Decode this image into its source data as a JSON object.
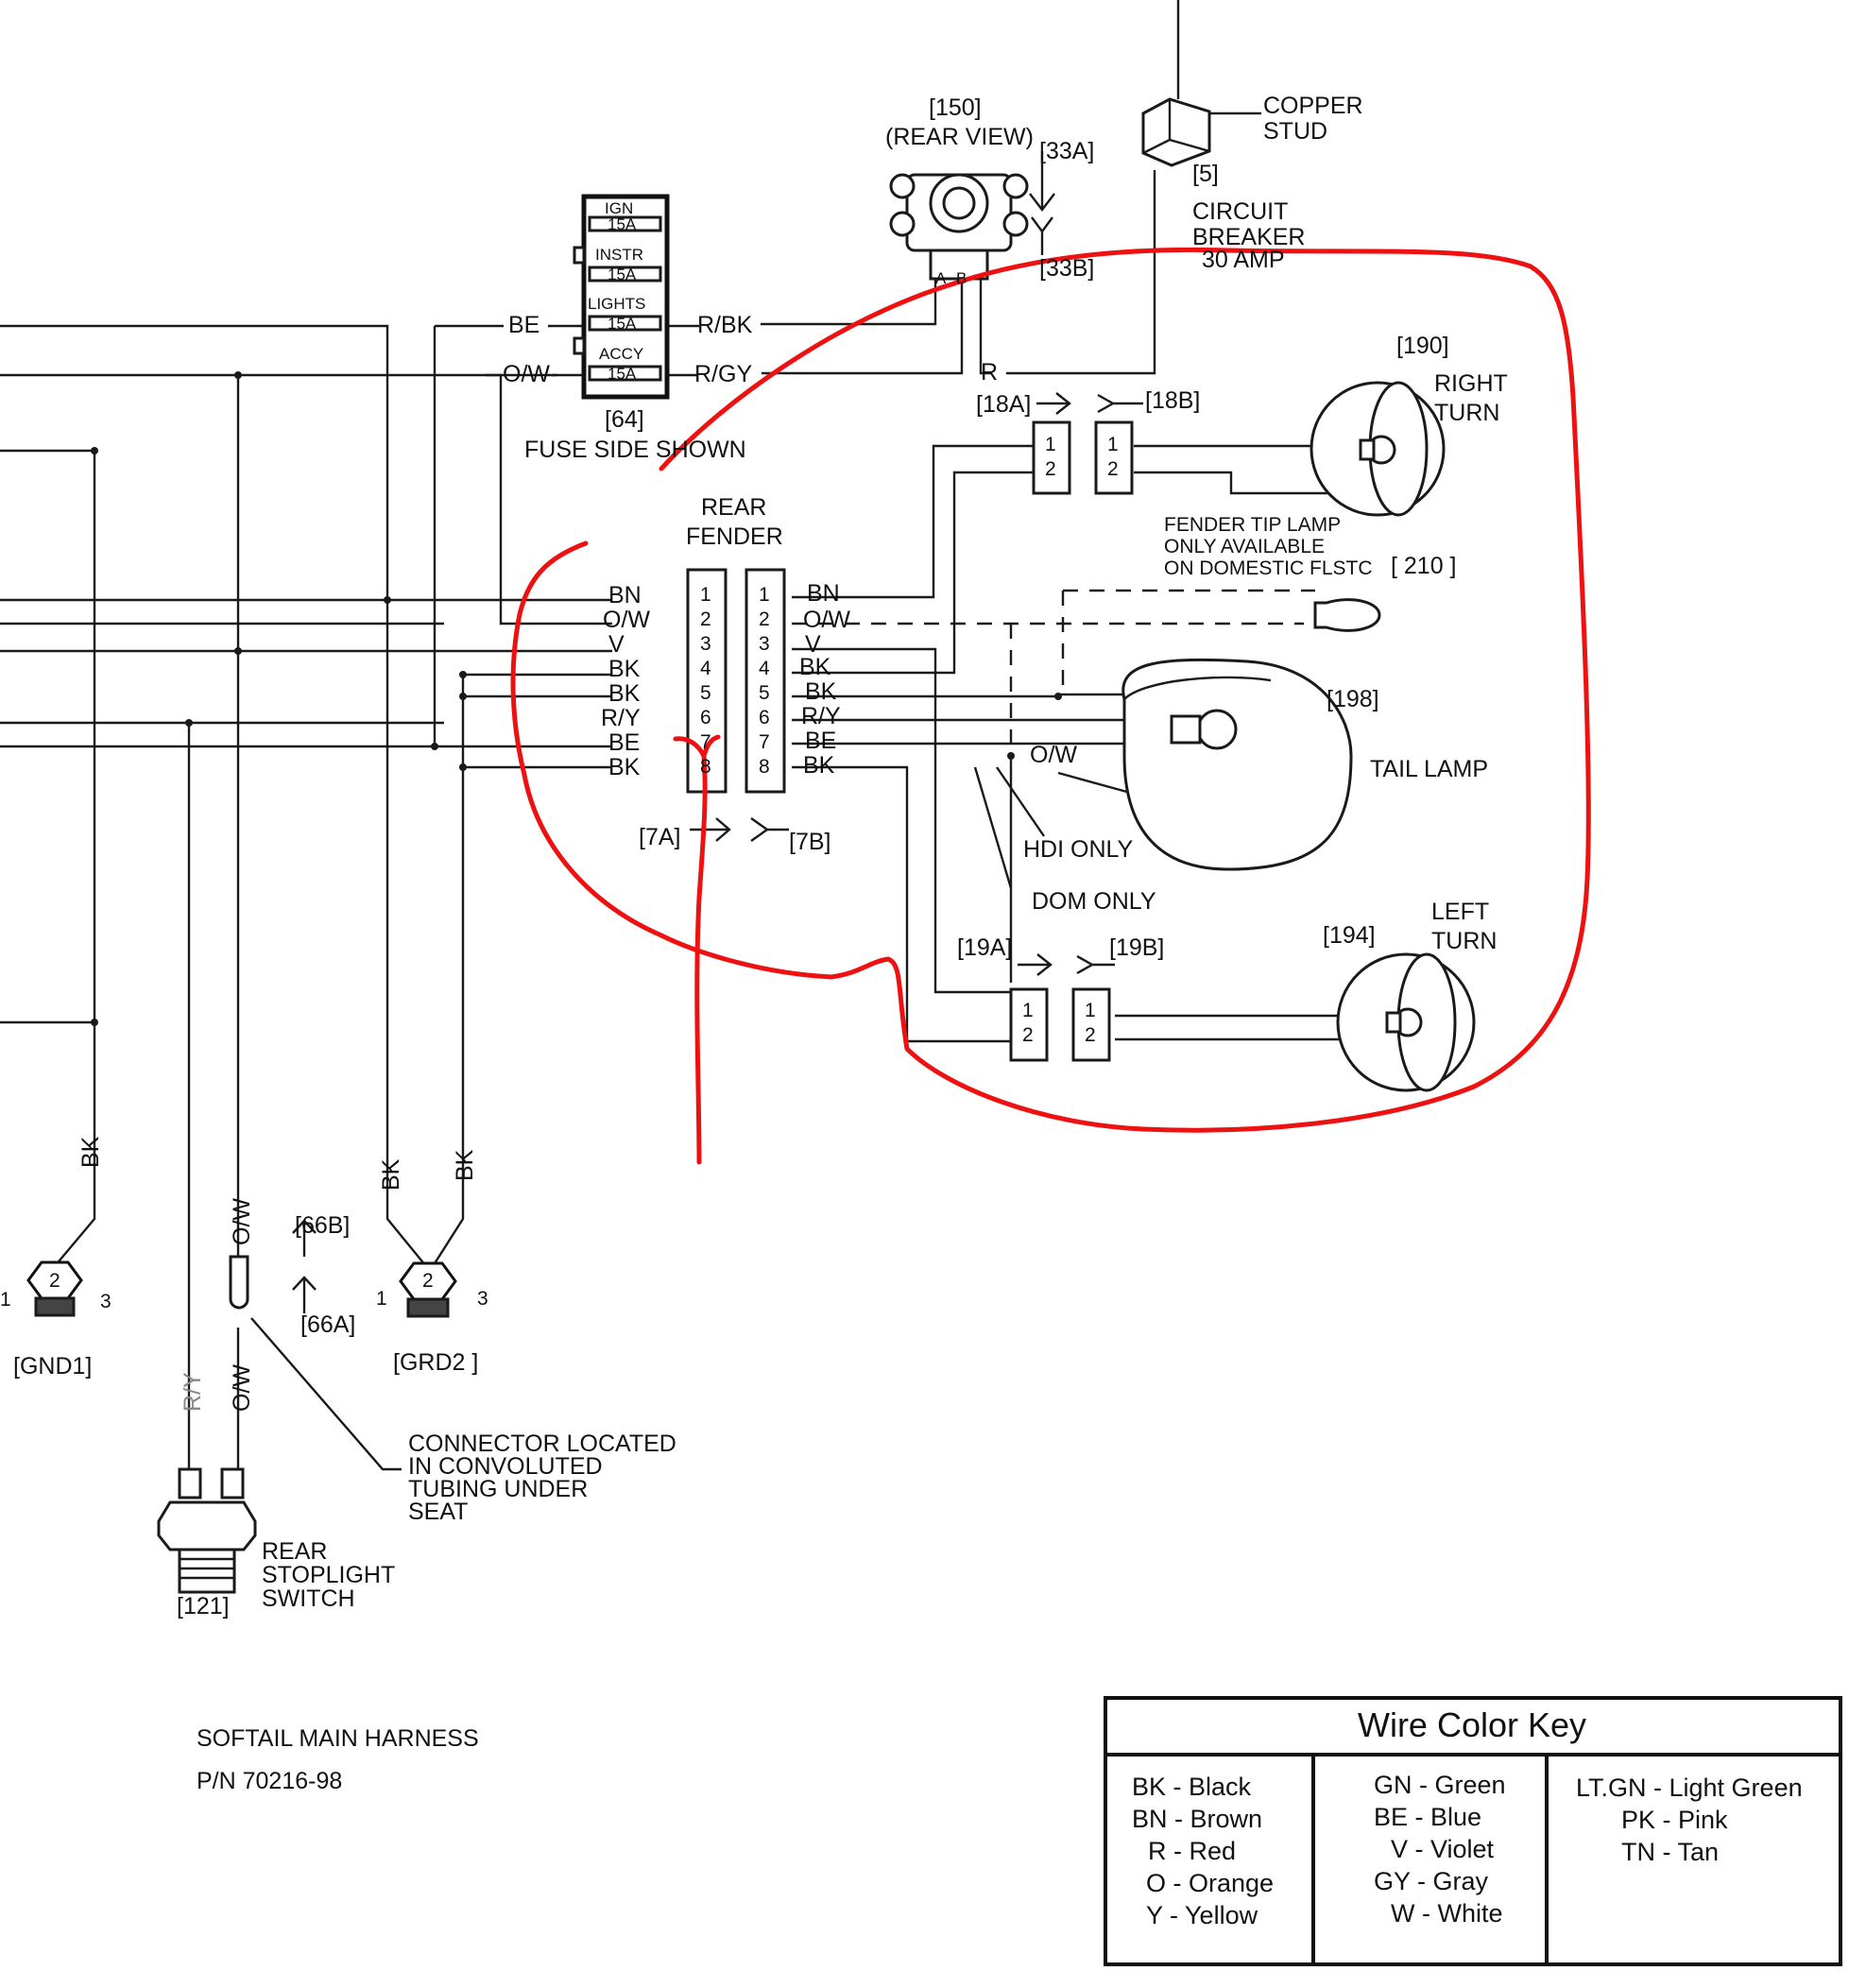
{
  "components": {
    "switch_150": {
      "id": "[150]",
      "note": "(REAR VIEW)",
      "term_a": "A",
      "term_b": "B"
    },
    "connector_33": {
      "a": "[33A]",
      "b": "[33B]"
    },
    "copper_stud": {
      "line1": "COPPER",
      "line2": "STUD"
    },
    "circuit_breaker": {
      "id": "[5]",
      "line1": "CIRCUIT",
      "line2": "BREAKER",
      "line3": "30 AMP"
    },
    "fuse_block": {
      "id": "[64]",
      "caption": "FUSE SIDE SHOWN",
      "fuses": [
        {
          "name": "IGN",
          "rating": "15A"
        },
        {
          "name": "INSTR",
          "rating": "15A"
        },
        {
          "name": "LIGHTS",
          "rating": "15A"
        },
        {
          "name": "ACCY",
          "rating": "15A"
        }
      ]
    },
    "right_turn": {
      "id": "[190]",
      "line1": "RIGHT",
      "line2": "TURN",
      "conn_a": "[18A]",
      "conn_b": "[18B]"
    },
    "left_turn": {
      "id": "[194]",
      "line1": "LEFT",
      "line2": "TURN",
      "conn_a": "[19A]",
      "conn_b": "[19B]"
    },
    "fender_tip": {
      "id": "[ 210 ]",
      "line1": "FENDER TIP LAMP",
      "line2": "ONLY AVAILABLE",
      "line3": "ON DOMESTIC FLSTC"
    },
    "tail_lamp": {
      "id": "[198]",
      "label": "TAIL LAMP",
      "hdi": "HDI ONLY",
      "dom": "DOM ONLY",
      "ow": "O/W"
    },
    "rear_fender": {
      "line1": "REAR",
      "line2": "FENDER",
      "conn_a": "[7A]",
      "conn_b": "[7B]"
    },
    "gnd1": {
      "id": "[GND1]",
      "p1": "1",
      "p2": "2",
      "p3": "3"
    },
    "grd2": {
      "id": "[GRD2 ]",
      "p1": "1",
      "p2": "2",
      "p3": "3"
    },
    "connector_66": {
      "a": "[66A]",
      "b": "[66B]"
    },
    "connector_note": {
      "line1": "CONNECTOR LOCATED",
      "line2": "IN CONVOLUTED",
      "line3": "TUBING UNDER",
      "line4": "SEAT"
    },
    "stoplight": {
      "id": "[121]",
      "line1": "REAR",
      "line2": "STOPLIGHT",
      "line3": "SWITCH"
    }
  },
  "wires": {
    "be": "BE",
    "ow": "O/W",
    "rbk": "R/BK",
    "rgy": "R/GY",
    "r": "R",
    "bk": "BK",
    "ry": "R/Y"
  },
  "connector_7": {
    "left": [
      {
        "pin": "1",
        "wire": "BN"
      },
      {
        "pin": "2",
        "wire": "O/W"
      },
      {
        "pin": "3",
        "wire": "V"
      },
      {
        "pin": "4",
        "wire": "BK"
      },
      {
        "pin": "5",
        "wire": "BK"
      },
      {
        "pin": "6",
        "wire": "R/Y"
      },
      {
        "pin": "7",
        "wire": "BE"
      },
      {
        "pin": "8",
        "wire": "BK"
      }
    ],
    "right": [
      {
        "pin": "1",
        "wire": "BN"
      },
      {
        "pin": "2",
        "wire": "O/W"
      },
      {
        "pin": "3",
        "wire": "V"
      },
      {
        "pin": "4",
        "wire": "BK"
      },
      {
        "pin": "5",
        "wire": "BK"
      },
      {
        "pin": "6",
        "wire": "R/Y"
      },
      {
        "pin": "7",
        "wire": "BE"
      },
      {
        "pin": "8",
        "wire": "BK"
      }
    ]
  },
  "pins_12": {
    "p1": "1",
    "p2": "2"
  },
  "harness": {
    "line1": "SOFTAIL MAIN HARNESS",
    "line2": "P/N 70216-98"
  },
  "wire_key": {
    "title": "Wire Color Key",
    "col1": [
      "BK - Black",
      "BN - Brown",
      "R - Red",
      "O - Orange",
      "Y - Yellow"
    ],
    "col2": [
      "GN - Green",
      "BE - Blue",
      "V - Violet",
      "GY - Gray",
      "W - White"
    ],
    "col3": [
      "LT.GN - Light Green",
      "PK - Pink",
      "TN - Tan"
    ]
  },
  "colors": {
    "annotation": "#ee1111",
    "line": "#1a1a1a",
    "background": "#ffffff"
  }
}
